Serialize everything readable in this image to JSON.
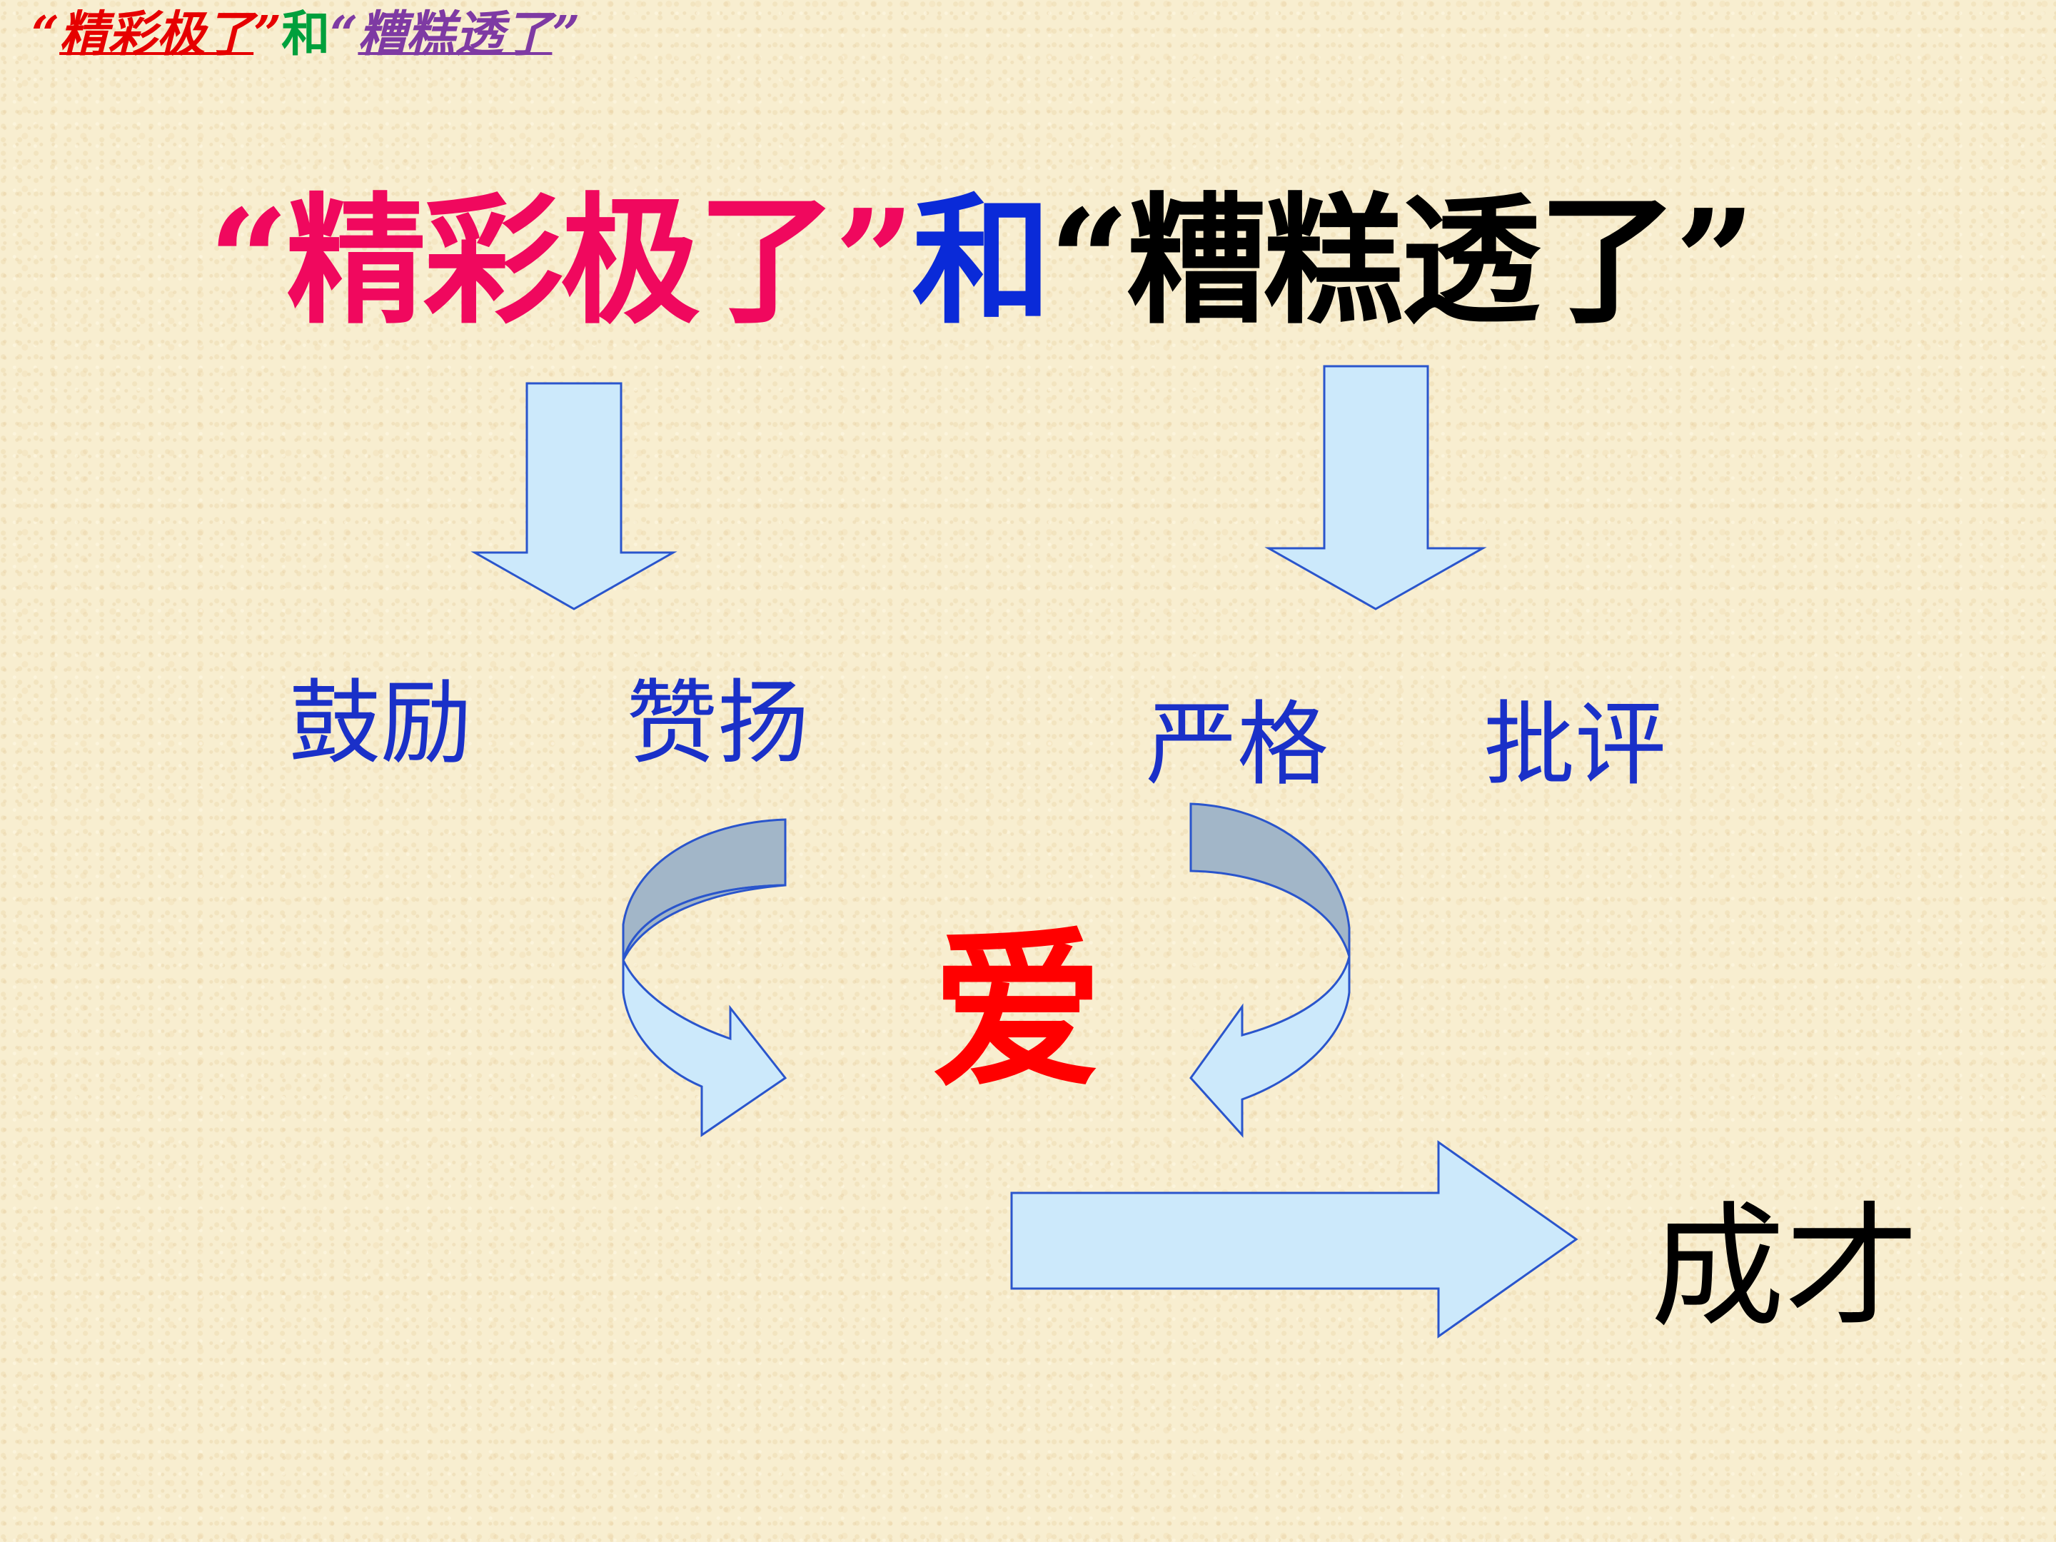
{
  "header": {
    "quote_open_1": "“",
    "phrase_1": "精彩极了",
    "quote_close_1": "”",
    "conjunction": "和",
    "quote_open_2": "“",
    "phrase_2": "糟糕透了",
    "quote_close_2": "”"
  },
  "title": {
    "part_1": "“精彩极了”",
    "part_2": "和",
    "part_3": "“糟糕透了”"
  },
  "left_branch": {
    "word_1": "鼓励",
    "word_2": "赞扬"
  },
  "right_branch": {
    "word_1": "严格",
    "word_2": "批评"
  },
  "center": {
    "word": "爱"
  },
  "result": {
    "word": "成才"
  },
  "colors": {
    "arrow_fill": "#cce9fb",
    "arrow_stroke": "#2a55cc",
    "curve_shadow": "#a2b6c8",
    "title_pink": "#f0085e",
    "title_blue": "#0a2ad8",
    "term_blue": "#1a30c8",
    "love_red": "#ff0000"
  }
}
